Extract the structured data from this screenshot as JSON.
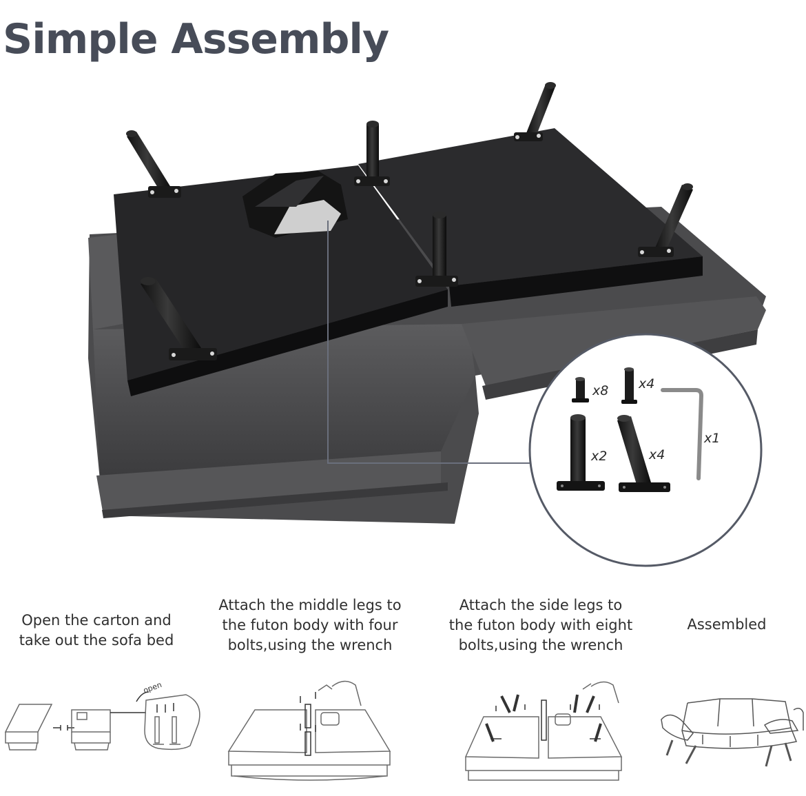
{
  "title": "Simple Assembly",
  "parts": {
    "bolt_qty": "x8",
    "short_leg_qty": "x4",
    "wrench_qty": "x1",
    "straight_leg_qty": "x2",
    "angled_leg_qty": "x4"
  },
  "steps": [
    {
      "lines": [
        "Open the carton and",
        "take out the sofa bed"
      ],
      "illustration_label": "open"
    },
    {
      "lines": [
        "Attach the middle legs to",
        "the futon body with four",
        "bolts,using the wrench"
      ]
    },
    {
      "lines": [
        "Attach the side legs to",
        "the futon body with eight",
        "bolts,using the wrench"
      ]
    },
    {
      "lines": [
        "Assembled"
      ]
    }
  ]
}
